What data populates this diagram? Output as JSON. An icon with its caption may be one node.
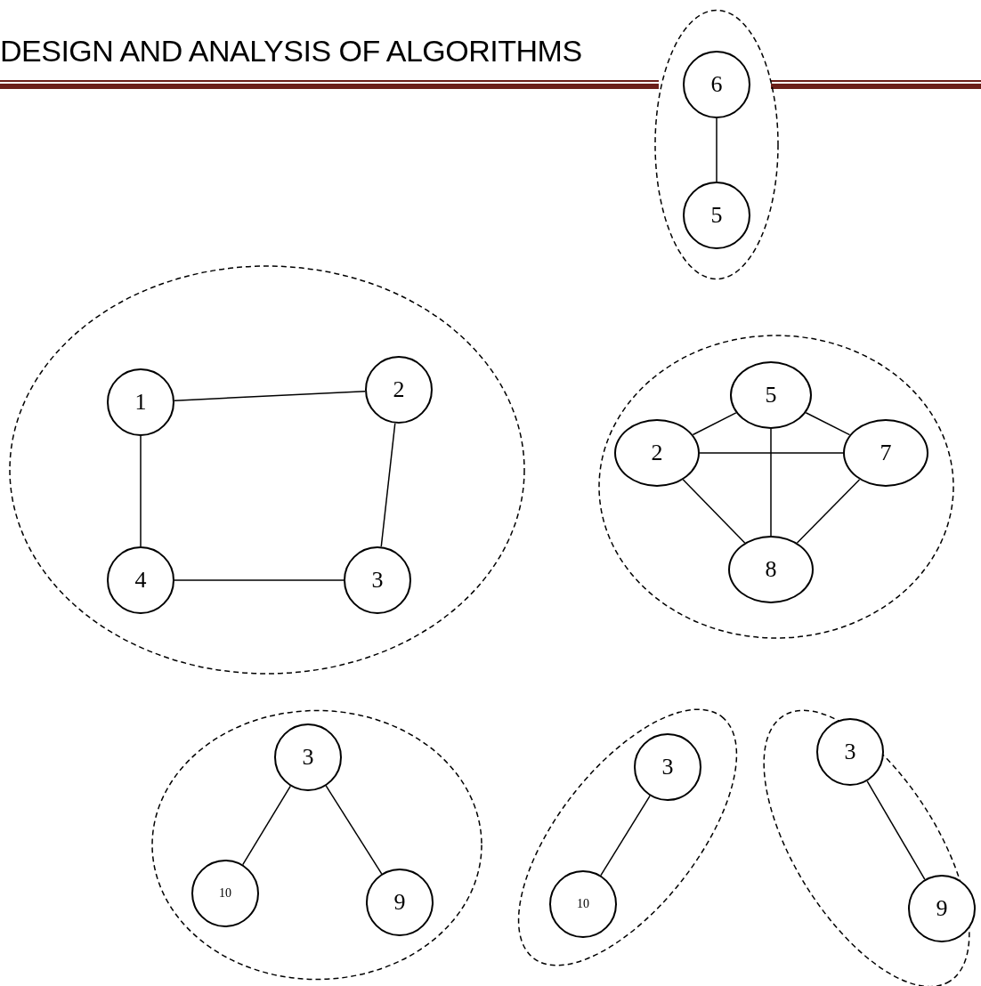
{
  "diagram": {
    "title": "DESIGN AND ANALYSIS OF ALGORITHMS",
    "nodes": [
      {
        "text": [],
        "shape": "ellipse"
      },
      {
        "text": [
          "6"
        ],
        "in": 0
      },
      {
        "text": [
          "5"
        ],
        "in": 0
      },
      {
        "text": [],
        "shape": "ellipse"
      },
      {
        "text": [
          "1"
        ],
        "in": 3
      },
      {
        "text": [
          "2"
        ],
        "in": 3
      },
      {
        "text": [
          "4"
        ],
        "in": 3
      },
      {
        "text": [
          "3"
        ],
        "in": 3
      },
      {
        "text": [],
        "shape": "ellipse"
      },
      {
        "text": [
          "5"
        ],
        "in": 8
      },
      {
        "text": [
          "2"
        ],
        "in": 8
      },
      {
        "text": [
          "7"
        ],
        "in": 8
      },
      {
        "text": [
          "8"
        ],
        "in": 8
      },
      {
        "text": [],
        "shape": "ellipse"
      },
      {
        "text": [
          "3"
        ],
        "in": 13
      },
      {
        "text": [
          "10"
        ],
        "in": 13
      },
      {
        "text": [
          "9"
        ],
        "in": 13
      },
      {
        "text": [],
        "shape": "ellipse"
      },
      {
        "text": [
          "3"
        ],
        "in": 17
      },
      {
        "text": [
          "10"
        ],
        "in": 17
      },
      {
        "text": [],
        "shape": "ellipse"
      },
      {
        "text": [
          "3"
        ],
        "in": 20
      },
      {
        "text": [
          "9"
        ],
        "in": 20
      }
    ],
    "edges": [
      {
        "from": 1,
        "to": 2,
        "arrow": "none"
      },
      {
        "from": 4,
        "to": 5,
        "arrow": "none"
      },
      {
        "from": 4,
        "to": 6,
        "arrow": "none"
      },
      {
        "from": 5,
        "to": 7,
        "arrow": "none"
      },
      {
        "from": 6,
        "to": 7,
        "arrow": "none"
      },
      {
        "from": 9,
        "to": 10,
        "arrow": "none"
      },
      {
        "from": 9,
        "to": 11,
        "arrow": "none"
      },
      {
        "from": 9,
        "to": 12,
        "arrow": "none"
      },
      {
        "from": 10,
        "to": 11,
        "arrow": "none"
      },
      {
        "from": 10,
        "to": 12,
        "arrow": "none"
      },
      {
        "from": 11,
        "to": 12,
        "arrow": "none"
      },
      {
        "from": 14,
        "to": 15,
        "arrow": "none"
      },
      {
        "from": 14,
        "to": 16,
        "arrow": "none"
      },
      {
        "from": 18,
        "to": 19,
        "arrow": "none"
      },
      {
        "from": 21,
        "to": 22,
        "arrow": "none"
      }
    ]
  }
}
